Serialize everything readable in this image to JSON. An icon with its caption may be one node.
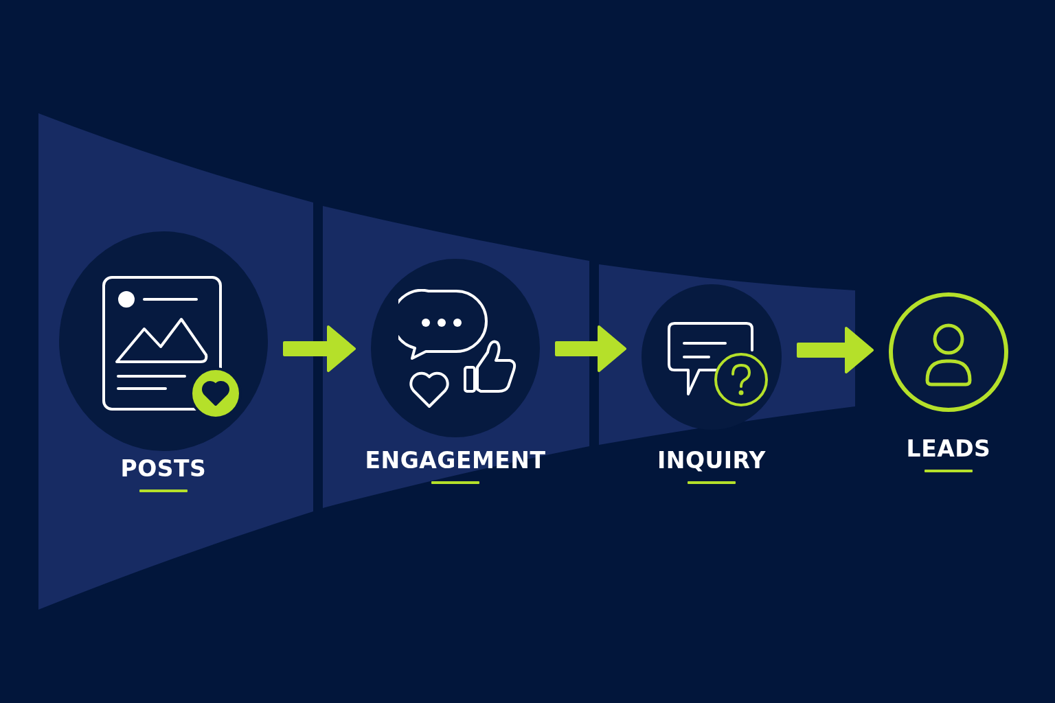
{
  "diagram": {
    "nodes": [
      {
        "text": [
          "POSTS"
        ]
      },
      {
        "text": [
          "ENGAGEMENT"
        ]
      },
      {
        "text": [
          "INQUIRY"
        ]
      },
      {
        "text": [
          "LEADS"
        ]
      }
    ],
    "edges": [
      {
        "from": 0,
        "to": 1,
        "arrow": "to"
      },
      {
        "from": 1,
        "to": 2,
        "arrow": "to"
      },
      {
        "from": 2,
        "to": 3,
        "arrow": "to"
      }
    ]
  }
}
